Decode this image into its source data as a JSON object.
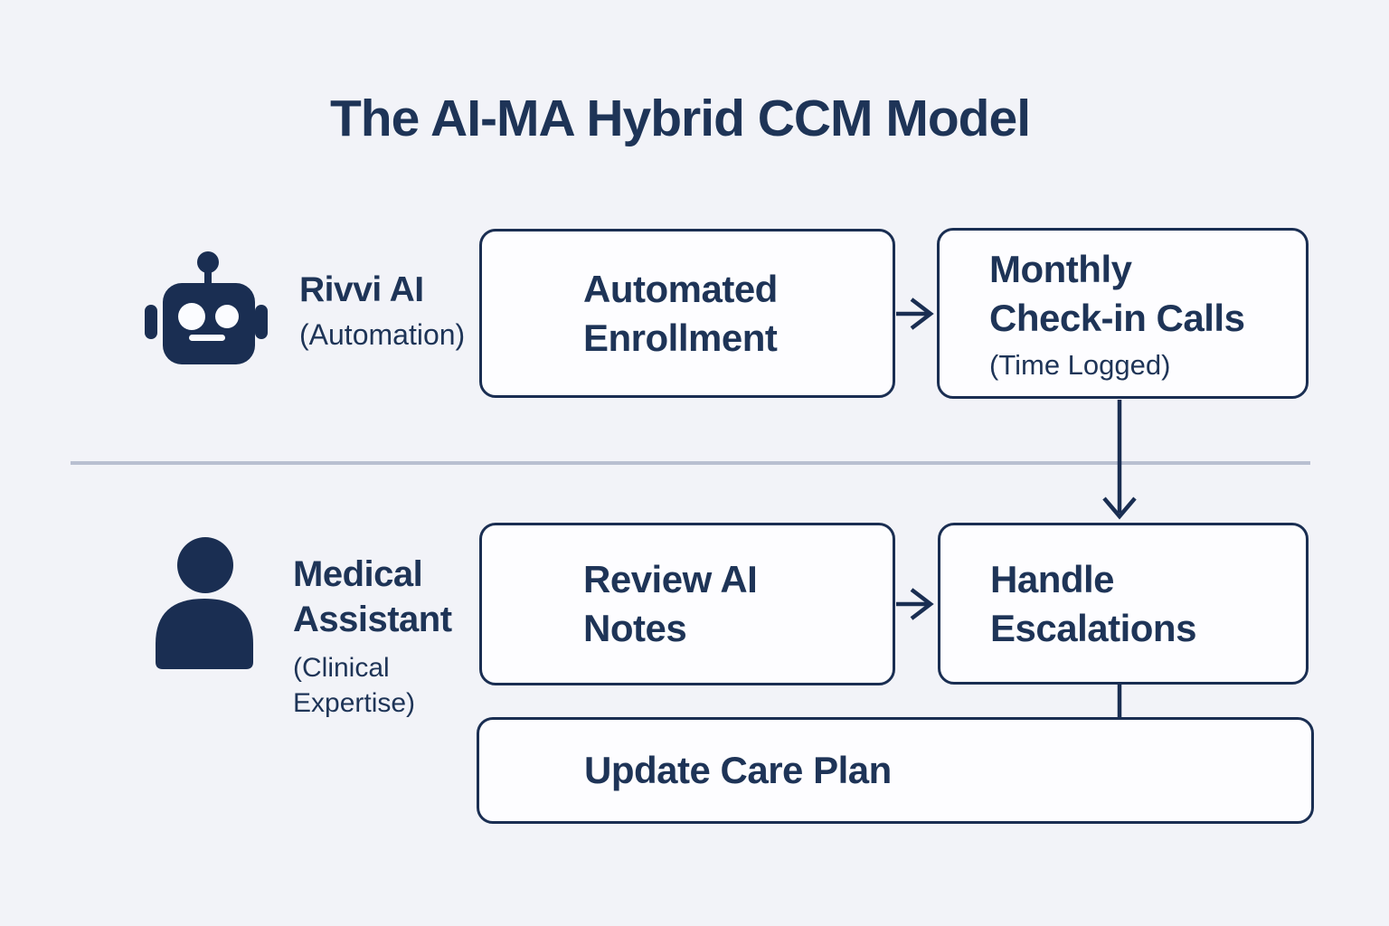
{
  "title": "The AI-MA Hybrid CCM Model",
  "colors": {
    "navy": "#1a2e52",
    "text": "#1e3457",
    "box_fill": "#fdfdff",
    "background": "#f2f3f8",
    "divider": "#b8bfd1"
  },
  "lanes": [
    {
      "icon": "robot-icon",
      "actor_lines": [
        "Rivvi AI"
      ],
      "qualifier_lines": [
        "(Automation)"
      ]
    },
    {
      "icon": "person-icon",
      "actor_lines": [
        "Medical",
        "Assistant"
      ],
      "qualifier_lines": [
        "(Clinical",
        "Expertise)"
      ]
    }
  ],
  "boxes": [
    {
      "id": "automated-enrollment",
      "lines": [
        "Automated",
        "Enrollment"
      ]
    },
    {
      "id": "monthly-checkin-calls",
      "lines": [
        "Monthly",
        "Check-in Calls"
      ],
      "sub": "(Time Logged)"
    },
    {
      "id": "review-ai-notes",
      "lines": [
        "Review AI",
        "Notes"
      ]
    },
    {
      "id": "handle-escalations",
      "lines": [
        "Handle",
        "Escalations"
      ]
    },
    {
      "id": "update-care-plan",
      "lines": [
        "Update Care Plan"
      ]
    }
  ]
}
